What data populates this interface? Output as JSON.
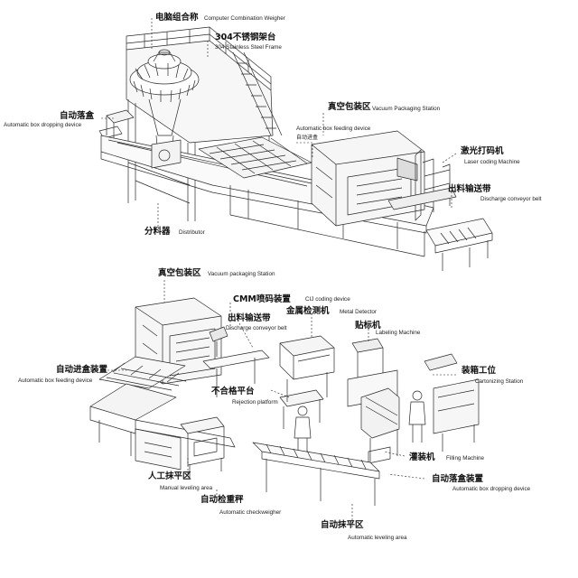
{
  "diagram_top": {
    "labels": {
      "weigher_zh": "电脑组合称",
      "weigher_en": "Computer Combination Weigher",
      "frame_zh": "304不锈钢架台",
      "frame_en": "304 Stainless Steel Frame",
      "auto_drop_zh": "自动落盒",
      "auto_drop_en": "Automatic box dropping device",
      "vacuum_zh": "真空包装区",
      "vacuum_en": "Vacuum Packaging Station",
      "auto_feed_en": "Automatic box feeding device",
      "auto_feed_zh": "自动进盒",
      "laser_zh": "激光打码机",
      "laser_en": "Laser coding Machine",
      "discharge_zh": "出料输送带",
      "discharge_en": "Discharge conveyor belt",
      "distributor_zh": "分料器",
      "distributor_en": "Distributor"
    }
  },
  "diagram_bottom": {
    "labels": {
      "vacuum_zh": "真空包装区",
      "vacuum_en": "Vacuum packaging Station",
      "cij_zh": "CMM喷码装置",
      "cij_en": "CIJ coding device",
      "discharge_zh": "出料输送带",
      "discharge_en": "Discharge conveyor belt",
      "metal_zh": "金属检测机",
      "metal_en": "Metal Detector",
      "labeling_zh": "贴标机",
      "labeling_en": "Labeling Machine",
      "auto_feed_zh": "自动进盒装置",
      "auto_feed_en": "Automatic box feeding device",
      "reject_zh": "不合格平台",
      "reject_en": "Rejection platform",
      "carton_zh": "装箱工位",
      "carton_en": "Cartonizing Station",
      "filling_zh": "灌装机",
      "filling_en": "Filling Machine",
      "manual_zh": "人工抹平区",
      "manual_en": "Manual leveling area",
      "auto_drop_zh": "自动落盒装置",
      "auto_drop_en": "Automatic box dropping device",
      "checkweigher_zh": "自动检重秤",
      "checkweigher_en": "Automatic checkweigher",
      "auto_level_zh": "自动抹平区",
      "auto_level_en": "Automatic leveling area"
    }
  }
}
